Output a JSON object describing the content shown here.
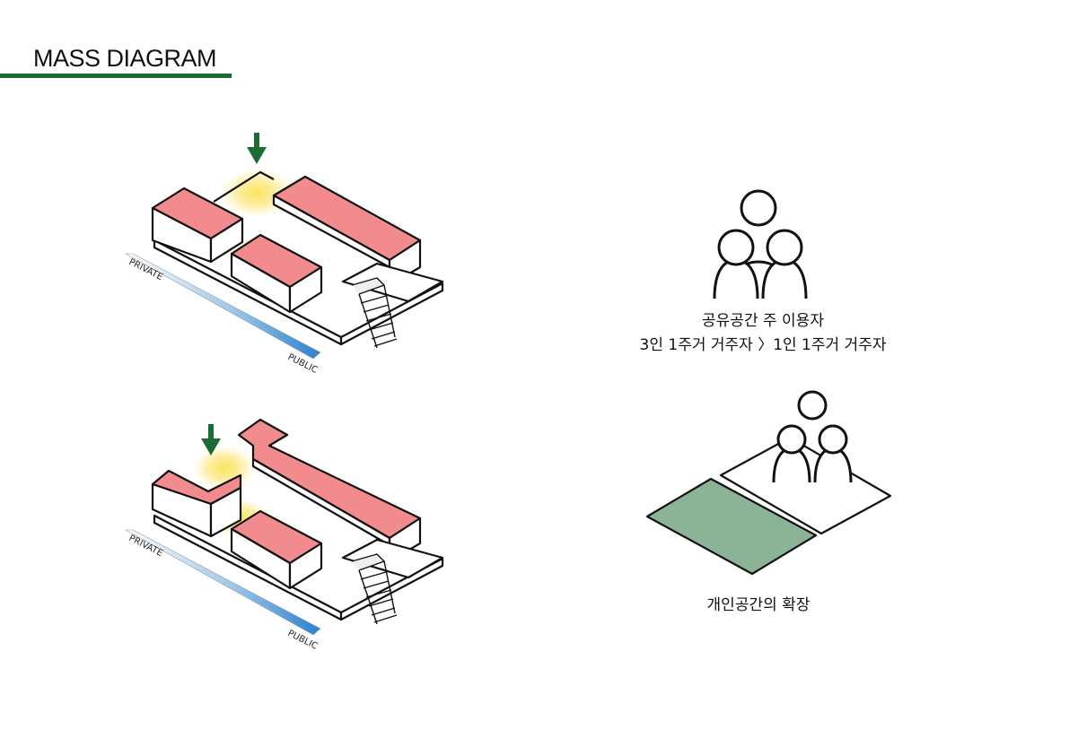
{
  "header": {
    "title": "MASS DIAGRAM"
  },
  "diagram_top": {
    "gradient_start_label": "PRIVATE",
    "gradient_end_label": "PUBLIC"
  },
  "diagram_bottom": {
    "gradient_start_label": "PRIVATE",
    "gradient_end_label": "PUBLIC"
  },
  "caption_users": {
    "line1": "공유공간 주 이용자",
    "line2": "3인 1주거 거주자 〉1인 1주거 거주자"
  },
  "caption_private": {
    "text": "개인공간의 확장"
  },
  "colors": {
    "accent_green": "#1e6a35",
    "mass_red": "#f28b8d",
    "light_yellow": "#fbe35a",
    "gradient_blue": "#2a82cf",
    "floor_green": "#8bb396"
  }
}
